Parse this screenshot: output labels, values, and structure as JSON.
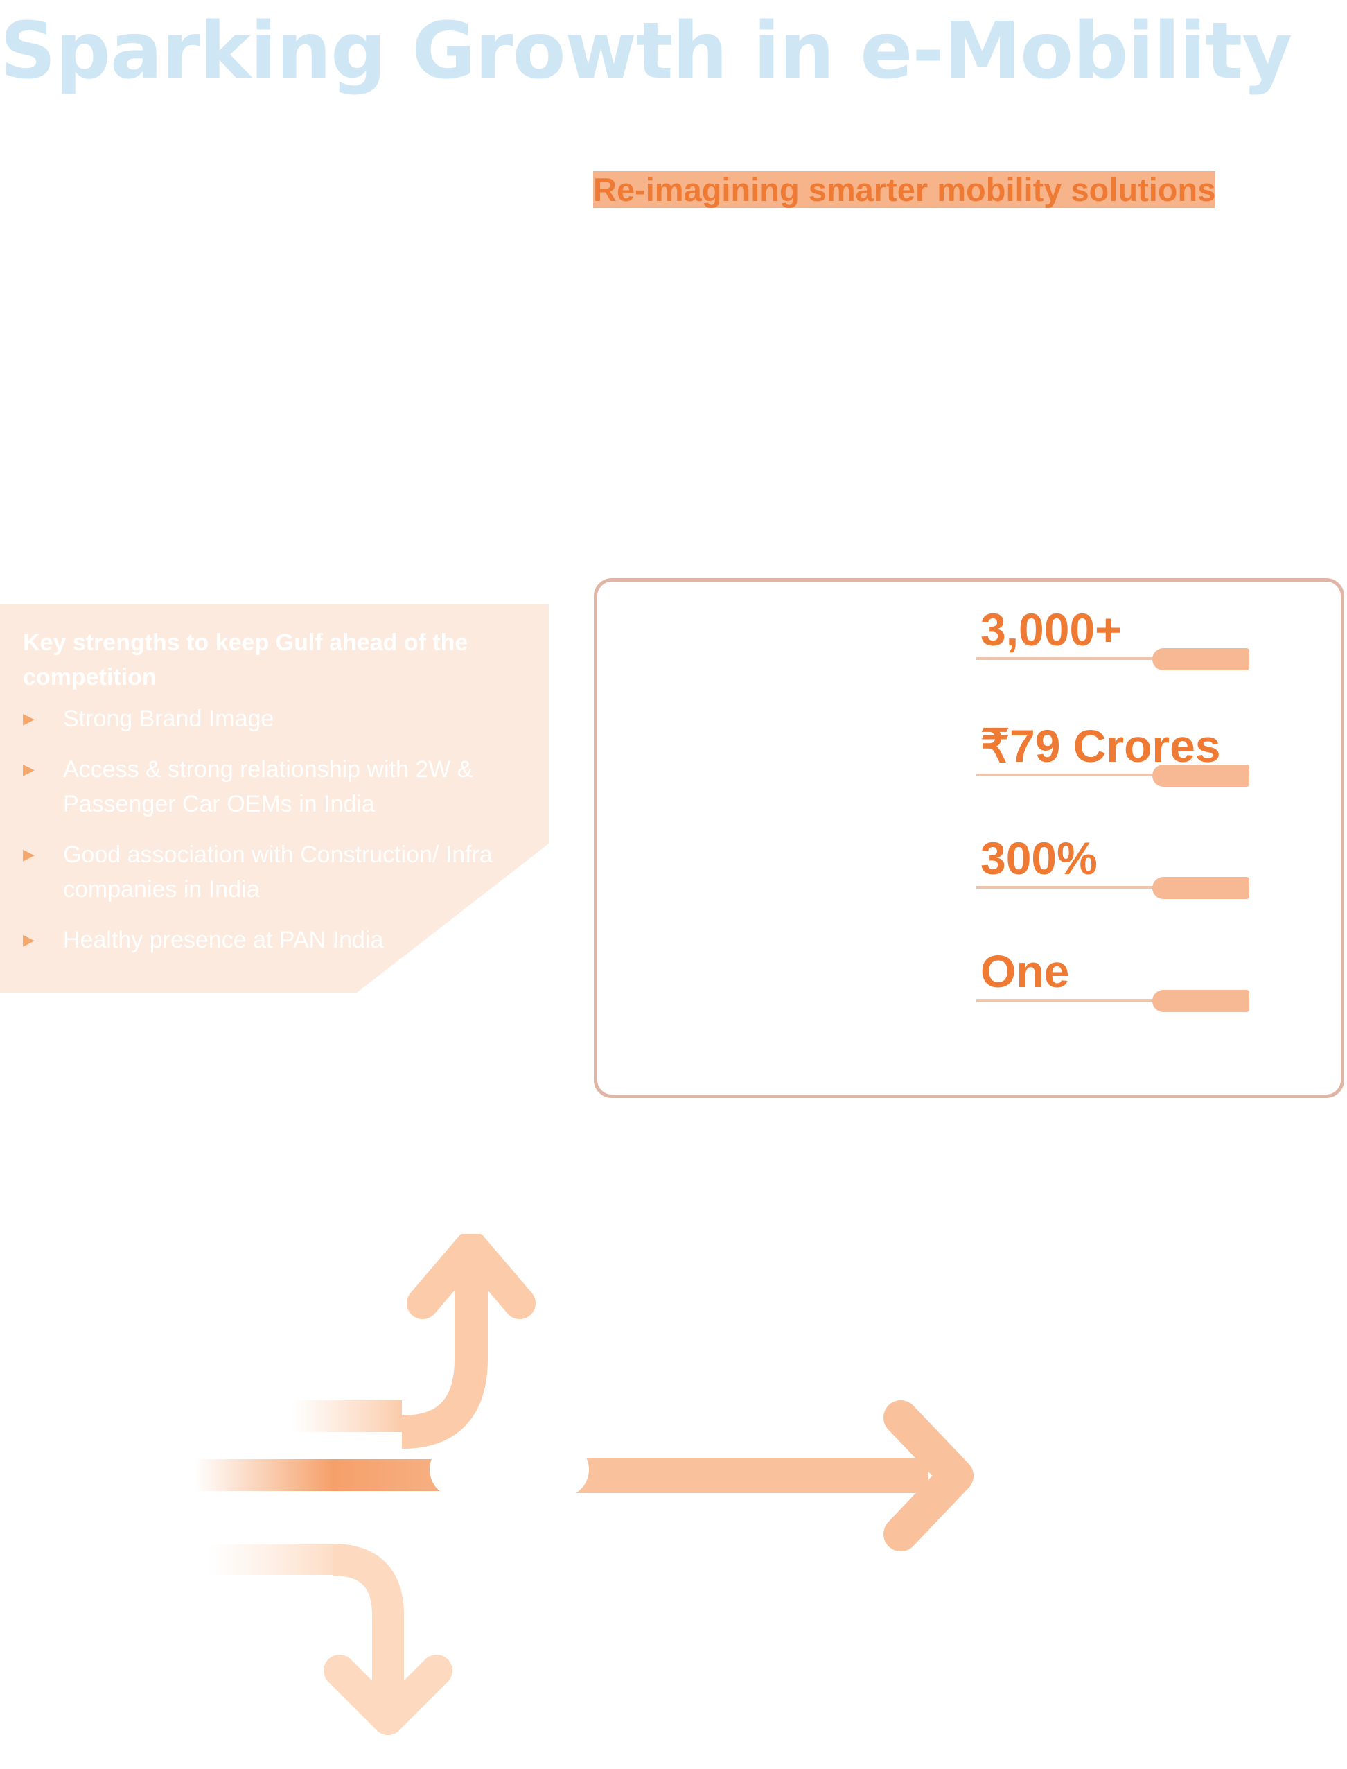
{
  "page": {
    "title": "Sparking Growth in e-Mobility",
    "subtitle": "Re-imagining smarter mobility solutions"
  },
  "strengths": {
    "heading": "Key strengths to keep Gulf ahead of the competition",
    "items": [
      "Strong Brand Image",
      "Access & strong relationship with 2W & Passenger Car OEMs in India",
      "Good association with Construction/ Infra companies in India",
      "Healthy presence at PAN India"
    ]
  },
  "stats": [
    {
      "value": "3,000+"
    },
    {
      "value": "₹79 Crores"
    },
    {
      "value": "300%"
    },
    {
      "value": "One"
    }
  ],
  "colors": {
    "title": "#cfe6f5",
    "accent": "#ef7a33",
    "panel": "#fdeade",
    "box_border": "#dfb5a6",
    "arrow": "#f9c8a6"
  }
}
